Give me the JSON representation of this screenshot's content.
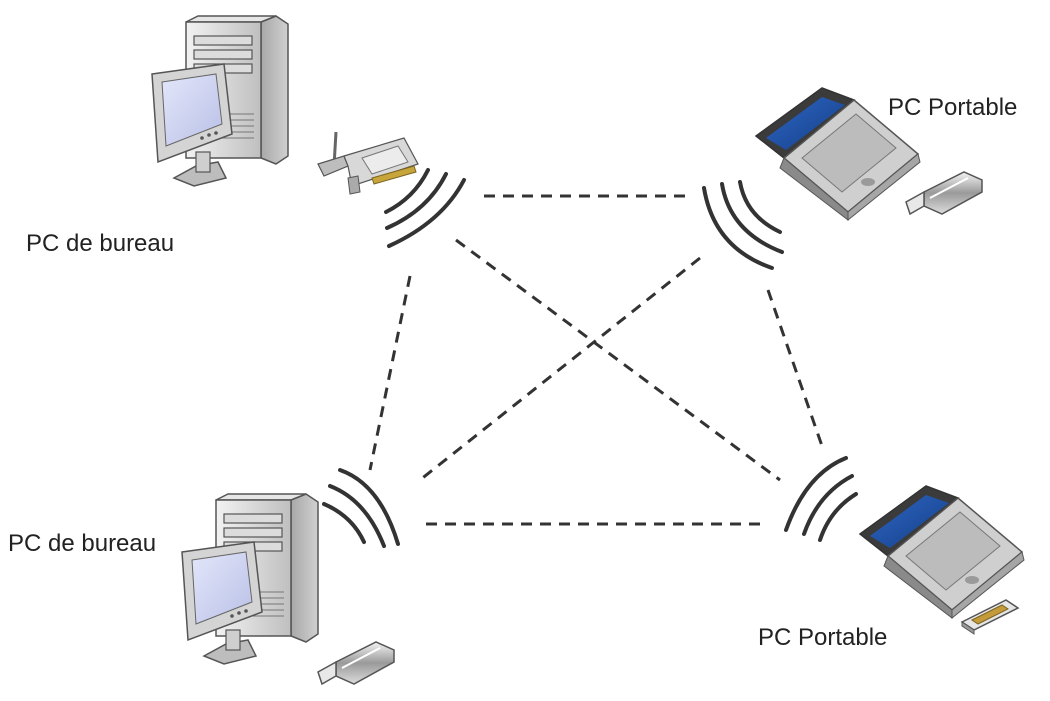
{
  "nodes": [
    {
      "id": "desktop-top-left",
      "kind": "desktop",
      "label": "PC de bureau"
    },
    {
      "id": "laptop-top-right",
      "kind": "laptop",
      "label": "PC Portable"
    },
    {
      "id": "desktop-bottom-left",
      "kind": "desktop",
      "label": "PC de bureau"
    },
    {
      "id": "laptop-bottom-right",
      "kind": "laptop",
      "label": "PC Portable"
    }
  ],
  "icons": {
    "desktop": "desktop-computer-icon",
    "laptop": "laptop-icon",
    "pci_card": "wifi-pci-card-icon",
    "usb_stick": "usb-wifi-adapter-icon",
    "pcmcia_card": "pcmcia-wifi-card-icon",
    "signal": "wireless-signal-icon"
  },
  "links": [
    {
      "from": "desktop-top-left",
      "to": "laptop-top-right"
    },
    {
      "from": "desktop-top-left",
      "to": "desktop-bottom-left"
    },
    {
      "from": "desktop-top-left",
      "to": "laptop-bottom-right"
    },
    {
      "from": "laptop-top-right",
      "to": "desktop-bottom-left"
    },
    {
      "from": "laptop-top-right",
      "to": "laptop-bottom-right"
    },
    {
      "from": "desktop-bottom-left",
      "to": "laptop-bottom-right"
    }
  ],
  "colors": {
    "line": "#333333",
    "screen_blue": "#1c4fa0",
    "screen_light": "#c9cfee",
    "case_gray": "#d9d9d9",
    "label": "#222222"
  }
}
